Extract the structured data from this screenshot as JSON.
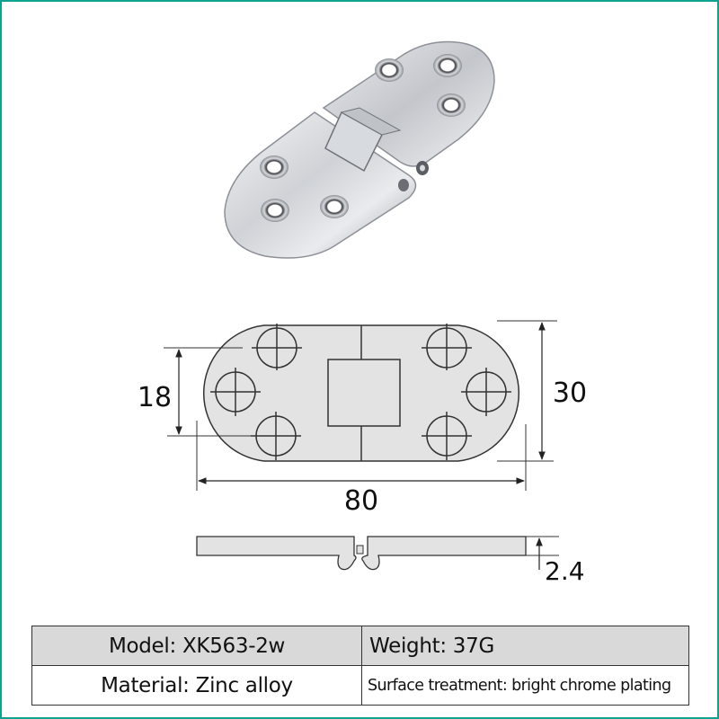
{
  "accent_color": "#0fa38f",
  "product_photo": {
    "alt": "chrome flap hinge with two rounded leaves and six countersunk screw holes"
  },
  "drawing": {
    "top_view": {
      "height_label": "30",
      "hole_spacing_label": "18",
      "length_label": "80",
      "hole_count": 6
    },
    "side_view": {
      "thickness_label": "2.4"
    }
  },
  "specs": {
    "rows": [
      {
        "left": "Model: XK563-2w",
        "right": "Weight: 37G"
      },
      {
        "left": "Material: Zinc alloy",
        "right": "Surface treatment: bright chrome plating"
      }
    ]
  }
}
